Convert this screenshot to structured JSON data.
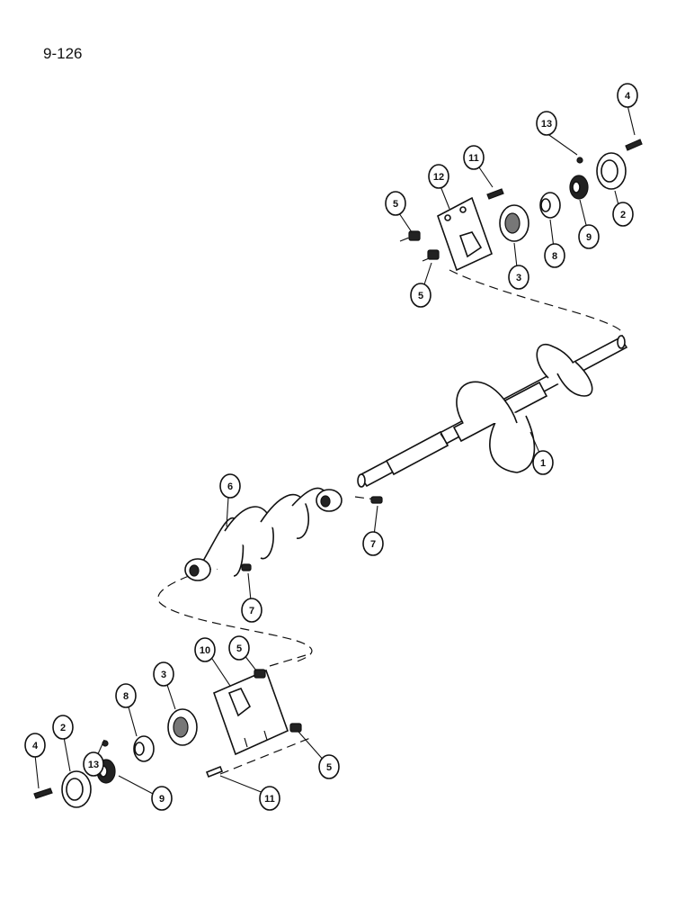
{
  "page_number": "9-126",
  "callouts": [
    "4",
    "13",
    "11",
    "12",
    "5",
    "2",
    "9",
    "8",
    "3",
    "5",
    "1",
    "6",
    "7",
    "7",
    "5",
    "10",
    "3",
    "8",
    "13",
    "2",
    "4",
    "5",
    "9",
    "11"
  ]
}
